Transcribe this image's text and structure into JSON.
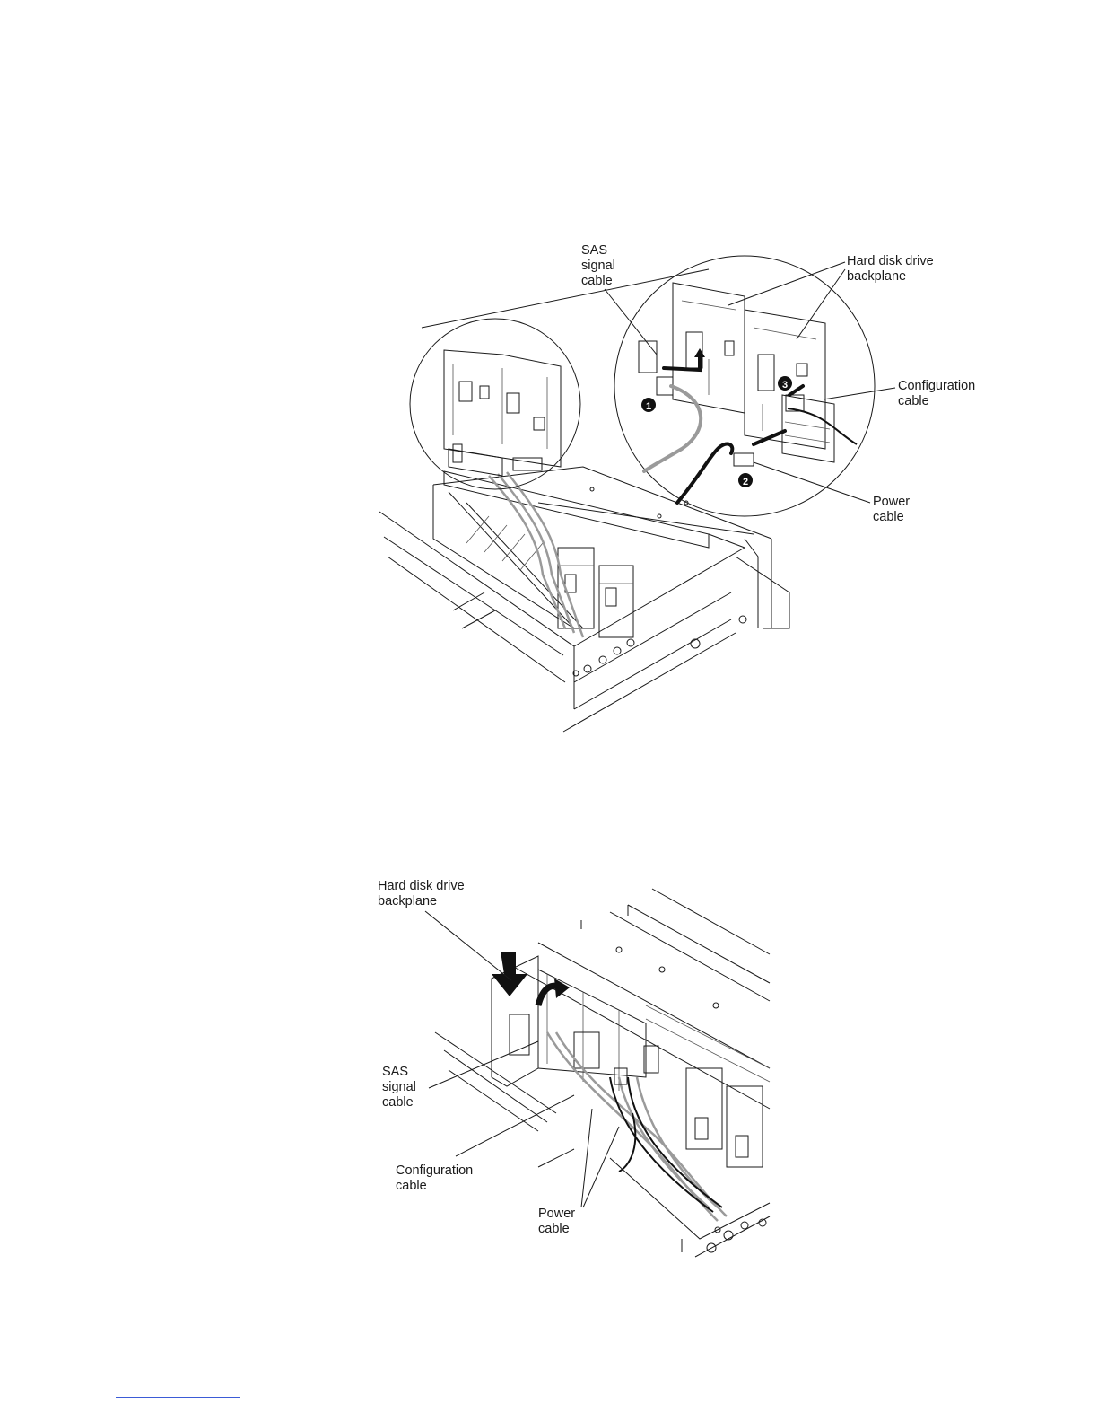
{
  "figure1": {
    "labels": {
      "sas": [
        "SAS",
        "signal",
        "cable"
      ],
      "backplane": [
        "Hard disk drive",
        "backplane"
      ],
      "config": [
        "Configuration",
        "cable"
      ],
      "power": [
        "Power",
        "cable"
      ]
    },
    "callouts": [
      "1",
      "2",
      "3"
    ]
  },
  "figure2": {
    "labels": {
      "backplane": [
        "Hard disk drive",
        "backplane"
      ],
      "sas": [
        "SAS",
        "signal",
        "cable"
      ],
      "config": [
        "Configuration",
        "cable"
      ],
      "power": [
        "Power",
        "cable"
      ]
    }
  },
  "colors": {
    "link": "#3b5bd6",
    "line": "#1a1a1a",
    "cable_gray": "#9a9a9a"
  }
}
